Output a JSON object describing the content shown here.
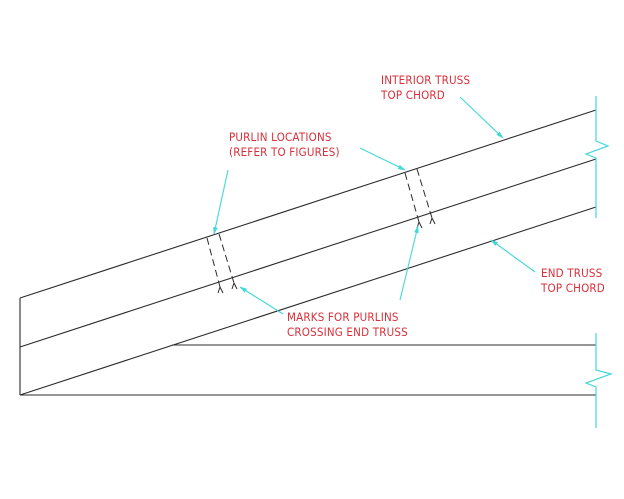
{
  "colors": {
    "background": "#ffffff",
    "geometry": "#2b2b2b",
    "leader": "#43d8d8",
    "text": "#d8303a"
  },
  "labels": {
    "interior_truss": {
      "line1": "INTERIOR TRUSS",
      "line2": "TOP CHORD"
    },
    "purlin_locations": {
      "line1": "PURLIN LOCATIONS",
      "line2": "(REFER TO FIGURES)"
    },
    "end_truss": {
      "line1": "END TRUSS",
      "line2": "TOP CHORD"
    },
    "marks_for_purlins": {
      "line1": "MARKS FOR PURLINS",
      "line2": "CROSSING END TRUSS"
    }
  }
}
